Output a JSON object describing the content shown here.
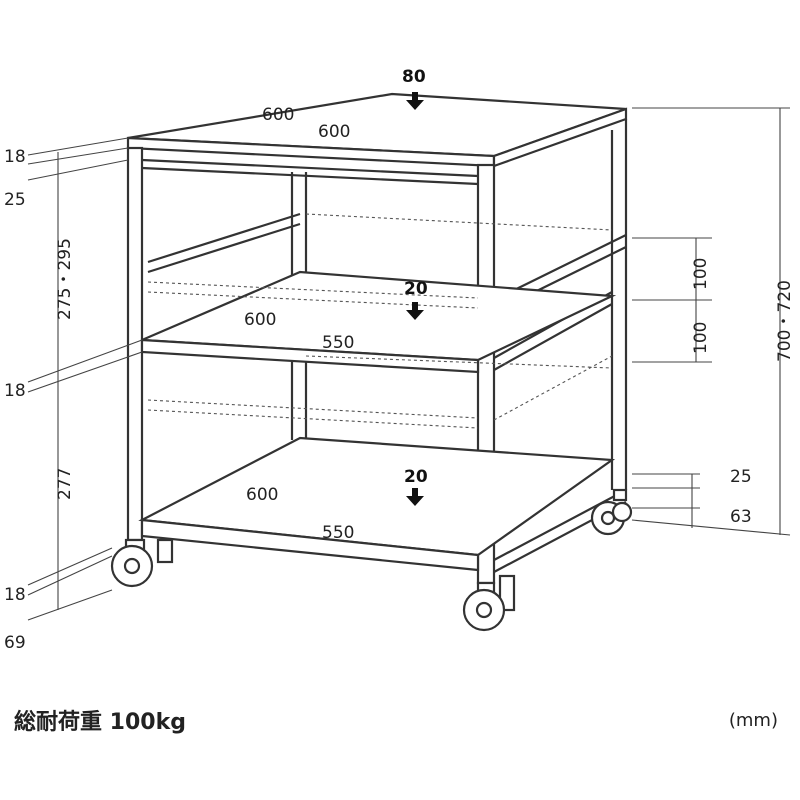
{
  "top": {
    "load": "80",
    "depth": "600",
    "width": "600"
  },
  "middle_shelf": {
    "load": "20",
    "depth": "600",
    "width": "550"
  },
  "bottom_shelf": {
    "load": "20",
    "depth": "600",
    "width": "550"
  },
  "left_dims": {
    "top_thickness": "18",
    "top_gap": "25",
    "upper_space": "275・295",
    "shelf_thickness": "18",
    "lower_space": "277",
    "bottom_thickness": "18",
    "caster_height": "69"
  },
  "right_dims": {
    "pitch_upper": "100",
    "pitch_lower": "100",
    "total_height": "700・720",
    "bottom_gap": "25",
    "bottom_height": "63"
  },
  "footer": {
    "load_capacity": "総耐荷重 100kg",
    "unit": "(mm)"
  },
  "colors": {
    "line": "#333333",
    "text": "#222222"
  }
}
